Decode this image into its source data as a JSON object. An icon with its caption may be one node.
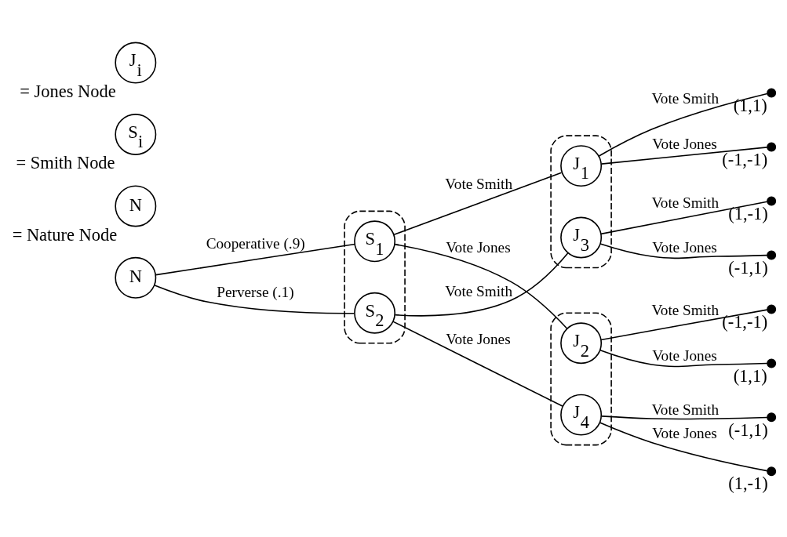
{
  "diagram": {
    "nodes": [
      {
        "text": [
          "N"
        ]
      },
      {
        "text": [],
        "shape": "box"
      },
      {
        "text": [
          "S$_{1}$"
        ],
        "in": 1
      },
      {
        "text": [
          "S$_{2}$"
        ],
        "in": 1
      },
      {
        "text": [],
        "shape": "box"
      },
      {
        "text": [
          "J$_{1}$"
        ],
        "in": 4
      },
      {
        "text": [
          "J$_{3}$"
        ],
        "in": 4
      },
      {
        "text": [],
        "shape": "box"
      },
      {
        "text": [
          "J$_{2}$"
        ],
        "in": 7
      },
      {
        "text": [
          "J$_{4}$"
        ],
        "in": 7
      },
      {
        "text": [],
        "shape": "circle",
        "beside": [
          "(1,1)"
        ]
      },
      {
        "text": [],
        "shape": "circle",
        "beside": [
          "(-1,-1)"
        ]
      },
      {
        "text": [],
        "shape": "circle",
        "beside": [
          "(-1,-1)"
        ]
      },
      {
        "text": [],
        "shape": "circle",
        "beside": [
          "(1,1)"
        ]
      },
      {
        "text": [],
        "shape": "circle",
        "beside": [
          "(1,-1)"
        ]
      },
      {
        "text": [],
        "shape": "circle",
        "beside": [
          "(-1,1)"
        ]
      },
      {
        "text": [],
        "shape": "circle",
        "beside": [
          "(-1,1)"
        ]
      },
      {
        "text": [],
        "shape": "circle",
        "beside": [
          "(1,-1)"
        ]
      },
      {
        "text": [
          "N"
        ],
        "beside": [
          "= Nature Node"
        ]
      },
      {
        "text": [
          "S$_{i}$"
        ],
        "beside": [
          "= Smith Node"
        ]
      },
      {
        "text": [
          "J$_{i}$"
        ],
        "beside": [
          "= Jones Node"
        ]
      }
    ],
    "edges": [
      {
        "from": 0,
        "to": 2,
        "arrow": "none",
        "label": "Cooperative (.9)"
      },
      {
        "from": 0,
        "to": 3,
        "arrow": "none",
        "label": "Perverse (.1)"
      },
      {
        "from": 2,
        "to": 5,
        "arrow": "none",
        "label": "Vote Smith"
      },
      {
        "from": 2,
        "to": 8,
        "arrow": "none",
        "label": "Vote Jones"
      },
      {
        "from": 3,
        "to": 6,
        "arrow": "none",
        "label": "Vote Smith"
      },
      {
        "from": 3,
        "to": 9,
        "arrow": "none",
        "label": "Vote Jones"
      },
      {
        "from": 5,
        "to": 10,
        "arrow": "none",
        "label": "Vote Smith"
      },
      {
        "from": 5,
        "to": 11,
        "arrow": "none",
        "label": "Vote Jones"
      },
      {
        "from": 8,
        "to": 12,
        "arrow": "none",
        "label": "Vote Smith"
      },
      {
        "from": 8,
        "to": 13,
        "arrow": "none",
        "label": "Vote Jones"
      },
      {
        "from": 6,
        "to": 14,
        "arrow": "none",
        "label": "Vote Smith"
      },
      {
        "from": 6,
        "to": 15,
        "arrow": "none",
        "label": "Vote Jones"
      },
      {
        "from": 9,
        "to": 16,
        "arrow": "none",
        "label": "Vote Smith"
      },
      {
        "from": 9,
        "to": 17,
        "arrow": "none",
        "label": "Vote Jones"
      }
    ]
  }
}
